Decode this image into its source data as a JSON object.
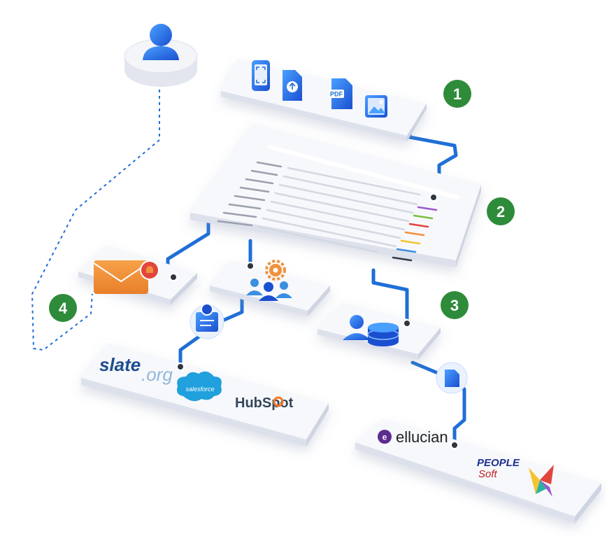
{
  "steps": [
    {
      "number": "1",
      "color": "#2e8b3a"
    },
    {
      "number": "2",
      "color": "#2e8b3a"
    },
    {
      "number": "3",
      "color": "#2e8b3a"
    },
    {
      "number": "4",
      "color": "#2e8b3a"
    }
  ],
  "icons": {
    "upload": [
      "phone-scan-icon",
      "document-upload-icon",
      "pdf-file-icon",
      "image-file-icon"
    ],
    "pdf_label": "PDF"
  },
  "logos": {
    "slate": {
      "main": "slate",
      "suffix": ".org"
    },
    "salesforce": "salesforce",
    "hubspot": "HubSpot",
    "ellucian": "ellucian",
    "peoplesoft": {
      "line1": "PEOPLE",
      "line2": "Soft"
    }
  },
  "colors": {
    "connector": "#1f6fd6",
    "accent_green": "#2e8b3a",
    "orange": "#f0913a",
    "panel": "#f7f8fb",
    "panel_side": "#dde1ec"
  }
}
